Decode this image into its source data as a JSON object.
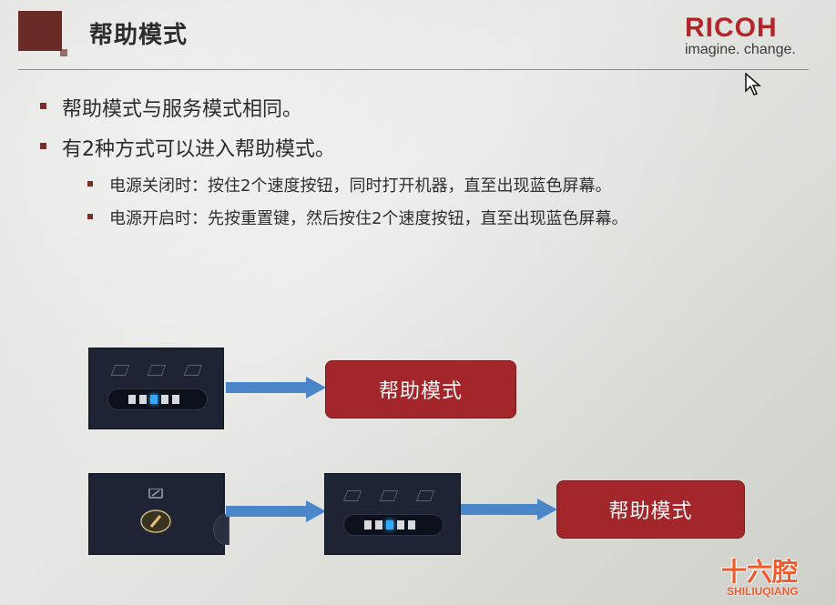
{
  "slide": {
    "title": "帮助模式",
    "logo": {
      "brand": "RICOH",
      "tagline": "imagine. change."
    },
    "bullets": [
      {
        "text": "帮助模式与服务模式相同。"
      },
      {
        "text": "有2种方式可以进入帮助模式。",
        "sub": [
          "电源关闭时：按住2个速度按钮，同时打开机器，直至出现蓝色屏幕。",
          "电源开启时：先按重置键，然后按住2个速度按钮，直至出现蓝色屏幕。"
        ]
      }
    ],
    "diagram": {
      "row1_label": "帮助模式",
      "row2_label": "帮助模式"
    },
    "watermark": {
      "main": "十六腔",
      "sub": "SHILIUQIANG"
    }
  },
  "colors": {
    "accent": "#a3262b",
    "arrow": "#4a86c8",
    "brand": "#b2262a"
  },
  "icons": [
    "speed-button-panel-icon",
    "reset-key-icon",
    "arrow-right-icon",
    "cursor-icon"
  ]
}
